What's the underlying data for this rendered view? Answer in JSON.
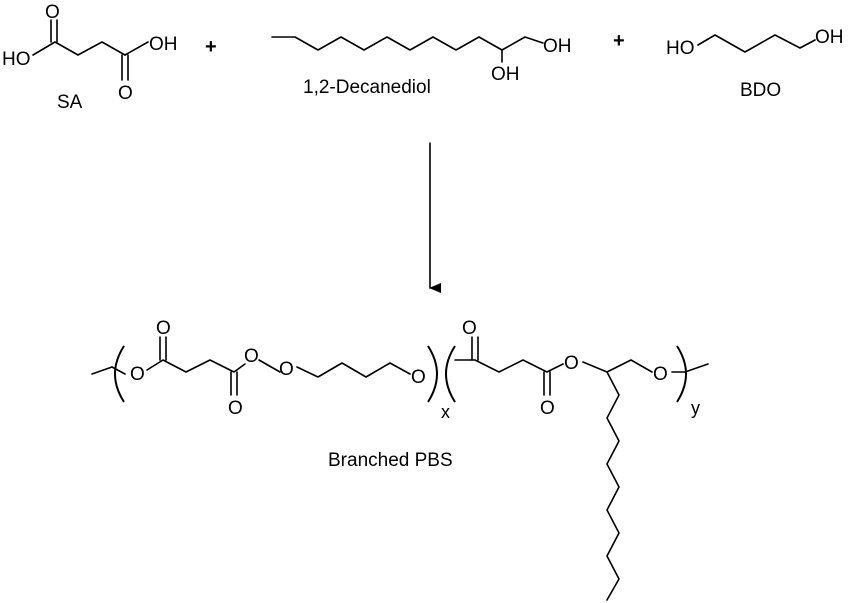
{
  "reactants": [
    {
      "name": "SA",
      "atom_labels": {
        "oxygen_top": "O",
        "hydroxyl_left": "HO",
        "hydroxyl_right": "OH",
        "oxygen_bottom": "O"
      }
    },
    {
      "name": "1,2-Decanediol",
      "atom_labels": {
        "hydroxyl_terminal": "OH",
        "hydroxyl_secondary": "OH"
      }
    },
    {
      "name": "BDO",
      "atom_labels": {
        "hydroxyl_left": "HO",
        "hydroxyl_right": "OH"
      }
    }
  ],
  "operators": {
    "plus": "+"
  },
  "product": {
    "name": "Branched PBS",
    "atom_labels": {
      "oxygen": "O"
    },
    "repeat_units": {
      "first": "x",
      "second": "y"
    }
  }
}
